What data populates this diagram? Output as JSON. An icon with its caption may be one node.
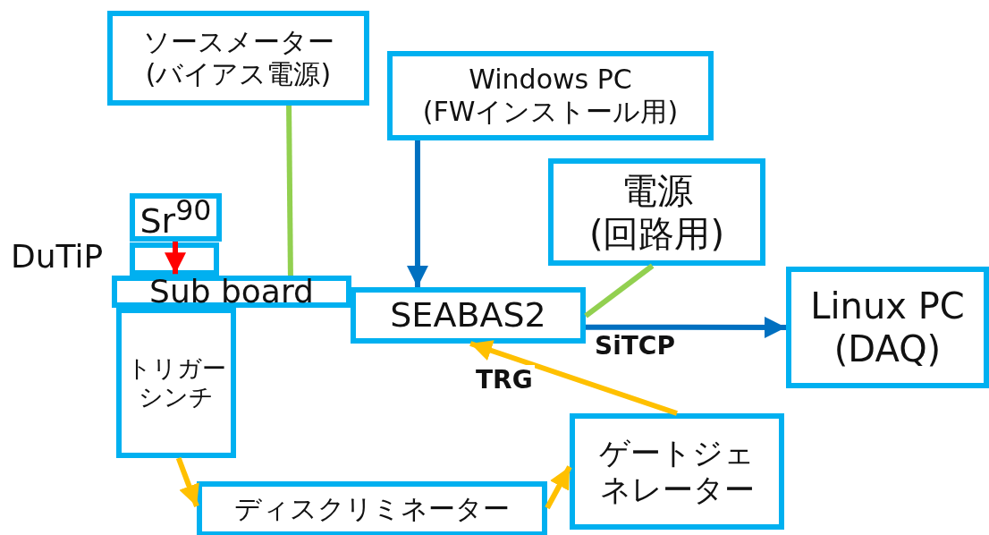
{
  "diagram": {
    "nodes": [
      {
        "text": [
          "ソースメーター (バイアス電源)"
        ]
      },
      {
        "text": [
          "Windows PC (FWインストール用)"
        ]
      },
      {
        "text": [
          "Sr$^{90}$"
        ]
      },
      {
        "text": [
          "電源 (回路用)"
        ]
      },
      {
        "text": [],
        "shape": "box",
        "beside": [
          "DuTiP"
        ]
      },
      {
        "text": [
          "Sub board"
        ]
      },
      {
        "text": [
          "SEABAS2"
        ]
      },
      {
        "text": [
          "Linux PC (DAQ)"
        ]
      },
      {
        "text": [
          "トリガーシンチ"
        ]
      },
      {
        "text": [
          "ディスクリミネーター"
        ]
      },
      {
        "text": [
          "ゲートジェネレーター"
        ]
      }
    ],
    "edges": [
      {
        "from": 0,
        "to": 5,
        "arrow": "none",
        "color": "#92d050"
      },
      {
        "from": 1,
        "to": 6,
        "arrow": "to",
        "color": "#0070c0"
      },
      {
        "from": 2,
        "to": 4,
        "arrow": "to",
        "color": "#ff0000"
      },
      {
        "from": 3,
        "to": 6,
        "arrow": "none",
        "color": "#92d050"
      },
      {
        "from": 6,
        "to": 7,
        "arrow": "to",
        "color": "#0070c0",
        "label": "SiTCP"
      },
      {
        "from": 8,
        "to": 9,
        "arrow": "to",
        "color": "#ffc000"
      },
      {
        "from": 9,
        "to": 10,
        "arrow": "to",
        "color": "#ffc000"
      },
      {
        "from": 10,
        "to": 6,
        "arrow": "to",
        "color": "#ffc000",
        "label": "TRG"
      }
    ]
  }
}
